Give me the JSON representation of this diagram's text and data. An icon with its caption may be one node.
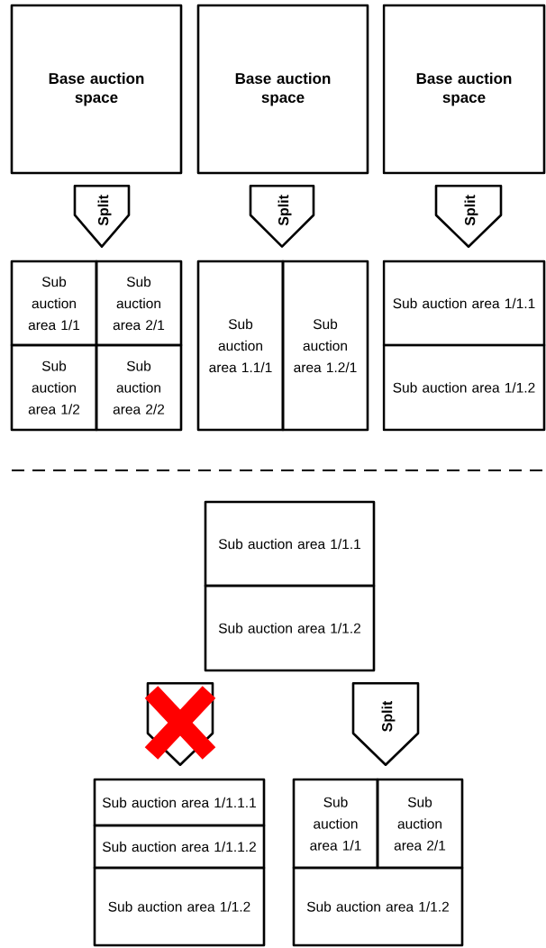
{
  "diagram": {
    "nodes": [
      {
        "text": [
          "Base auction space"
        ]
      },
      {
        "text": [
          "Base auction space"
        ]
      },
      {
        "text": [
          "Base auction space"
        ]
      },
      {
        "text": [
          "Sub auction area 1/1"
        ]
      },
      {
        "text": [
          "Sub auction area 2/1"
        ]
      },
      {
        "text": [
          "Sub auction area 1/2"
        ]
      },
      {
        "text": [
          "Sub auction area 2/2"
        ]
      },
      {
        "text": [
          "Sub auction area 1.1/1"
        ]
      },
      {
        "text": [
          "Sub auction area 1.2/1"
        ]
      },
      {
        "text": [
          "Sub auction area 1/1.1"
        ]
      },
      {
        "text": [
          "Sub auction area 1/1.2"
        ]
      },
      {
        "text": [
          "Sub auction area 1/1.1"
        ]
      },
      {
        "text": [
          "Sub auction area 1/1.2"
        ]
      },
      {
        "text": [
          "Sub auction area 1/1.1.1"
        ]
      },
      {
        "text": [
          "Sub auction area 1/1.1.2"
        ]
      },
      {
        "text": [
          "Sub auction area 1/1.2"
        ]
      },
      {
        "text": [
          "Sub auction area 1/1"
        ]
      },
      {
        "text": [
          "Sub auction area 2/1"
        ]
      },
      {
        "text": [
          "Sub auction area 1/1.2"
        ]
      }
    ],
    "edges": [
      {
        "from": 0,
        "to": 3,
        "arrow": "to",
        "label": "Split"
      },
      {
        "from": 1,
        "to": 7,
        "arrow": "to",
        "label": "Split"
      },
      {
        "from": 2,
        "to": 9,
        "arrow": "to",
        "label": "Split"
      },
      {
        "from": 12,
        "to": 13,
        "arrow": "to"
      },
      {
        "from": 12,
        "to": 16,
        "arrow": "to",
        "label": "Split"
      }
    ]
  }
}
